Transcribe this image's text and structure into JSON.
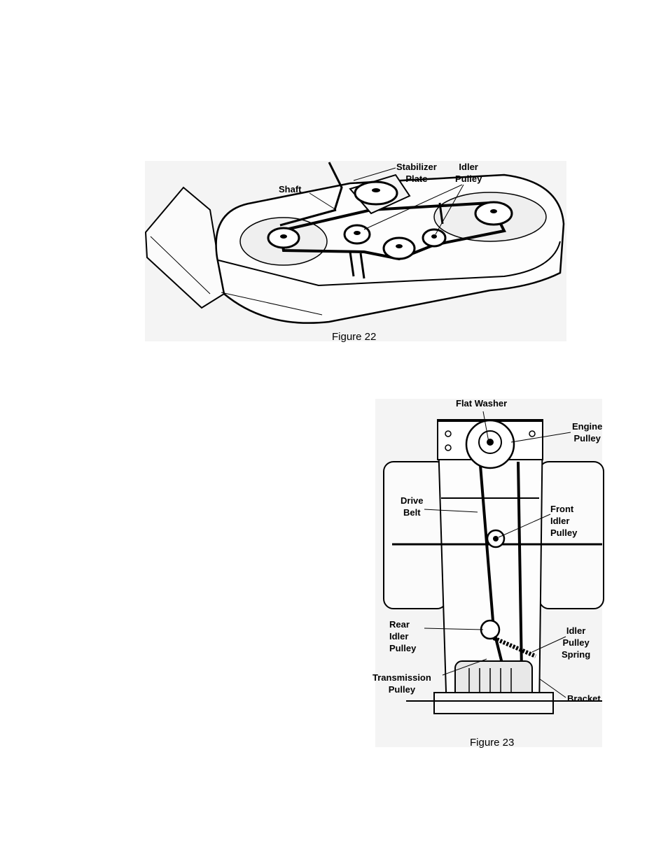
{
  "figure22": {
    "caption": "Figure 22",
    "labels": {
      "shaft": "Shaft",
      "stabilizer_line1": "Stabilizer",
      "stabilizer_line2": "Plate",
      "idler_line1": "Idler",
      "idler_line2": "Pulley"
    }
  },
  "figure23": {
    "caption": "Figure 23",
    "labels": {
      "flat_washer": "Flat Washer",
      "engine_line1": "Engine",
      "engine_line2": "Pulley",
      "drive_line1": "Drive",
      "drive_line2": "Belt",
      "front_line1": "Front",
      "front_line2": "Idler",
      "front_line3": "Pulley",
      "rear_line1": "Rear",
      "rear_line2": "Idler",
      "rear_line3": "Pulley",
      "spring_line1": "Idler",
      "spring_line2": "Pulley",
      "spring_line3": "Spring",
      "trans_line1": "Transmission",
      "trans_line2": "Pulley",
      "bracket": "Bracket"
    }
  }
}
